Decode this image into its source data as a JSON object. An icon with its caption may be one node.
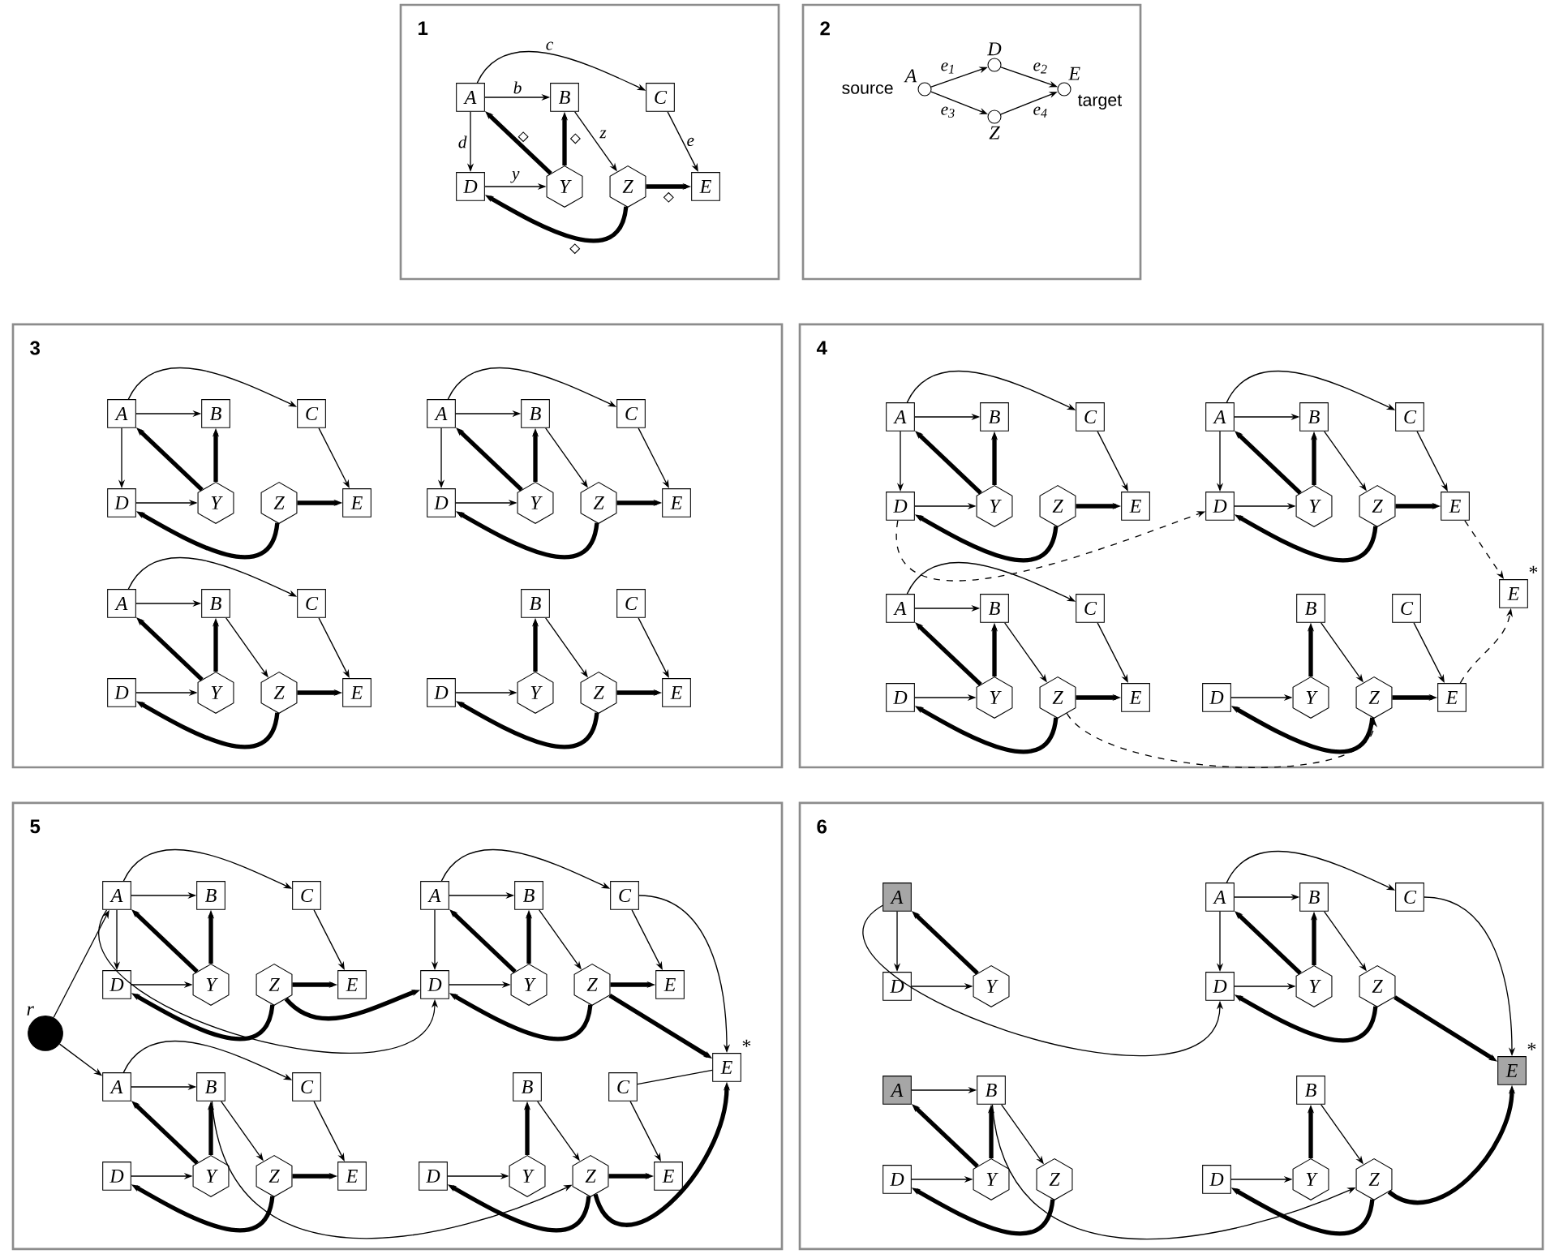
{
  "diagram": {
    "nodes": [
      {
        "text": [
          "1"
        ]
      },
      {
        "text": [
          "A"
        ],
        "in": 0
      },
      {
        "text": [
          "B"
        ],
        "in": 0
      },
      {
        "text": [
          "C"
        ],
        "in": 0
      },
      {
        "text": [
          "D"
        ],
        "in": 0
      },
      {
        "text": [
          "Y"
        ],
        "in": 0
      },
      {
        "text": [
          "Z"
        ],
        "in": 0
      },
      {
        "text": [
          "E"
        ],
        "in": 0
      },
      {
        "text": [
          "2"
        ]
      },
      {
        "text": [
          "A"
        ],
        "beside": [
          "source"
        ],
        "in": 8
      },
      {
        "text": [
          "D"
        ],
        "in": 8
      },
      {
        "text": [
          "Z"
        ],
        "in": 8
      },
      {
        "text": [
          "E"
        ],
        "beside": [
          "target"
        ],
        "in": 8
      },
      {
        "text": [
          "3"
        ]
      },
      {
        "text": [
          "A"
        ],
        "in": 13
      },
      {
        "text": [
          "B"
        ],
        "in": 13
      },
      {
        "text": [
          "C"
        ],
        "in": 13
      },
      {
        "text": [
          "D"
        ],
        "in": 13
      },
      {
        "text": [
          "Y"
        ],
        "in": 13
      },
      {
        "text": [
          "Z"
        ],
        "in": 13
      },
      {
        "text": [
          "E"
        ],
        "in": 13
      },
      {
        "text": [
          "A"
        ],
        "in": 13
      },
      {
        "text": [
          "B"
        ],
        "in": 13
      },
      {
        "text": [
          "C"
        ],
        "in": 13
      },
      {
        "text": [
          "D"
        ],
        "in": 13
      },
      {
        "text": [
          "Y"
        ],
        "in": 13
      },
      {
        "text": [
          "Z"
        ],
        "in": 13
      },
      {
        "text": [
          "E"
        ],
        "in": 13
      },
      {
        "text": [
          "A"
        ],
        "in": 13
      },
      {
        "text": [
          "B"
        ],
        "in": 13
      },
      {
        "text": [
          "C"
        ],
        "in": 13
      },
      {
        "text": [
          "D"
        ],
        "in": 13
      },
      {
        "text": [
          "Y"
        ],
        "in": 13
      },
      {
        "text": [
          "Z"
        ],
        "in": 13
      },
      {
        "text": [
          "E"
        ],
        "in": 13
      },
      {
        "text": [
          "B"
        ],
        "in": 13
      },
      {
        "text": [
          "C"
        ],
        "in": 13
      },
      {
        "text": [
          "D"
        ],
        "in": 13
      },
      {
        "text": [
          "Y"
        ],
        "in": 13
      },
      {
        "text": [
          "Z"
        ],
        "in": 13
      },
      {
        "text": [
          "E"
        ],
        "in": 13
      },
      {
        "text": [
          "4"
        ]
      },
      {
        "text": [
          "A"
        ],
        "in": 41
      },
      {
        "text": [
          "B"
        ],
        "in": 41
      },
      {
        "text": [
          "C"
        ],
        "in": 41
      },
      {
        "text": [
          "D"
        ],
        "in": 41
      },
      {
        "text": [
          "Y"
        ],
        "in": 41
      },
      {
        "text": [
          "Z"
        ],
        "in": 41
      },
      {
        "text": [
          "E"
        ],
        "in": 41
      },
      {
        "text": [
          "A"
        ],
        "in": 41
      },
      {
        "text": [
          "B"
        ],
        "in": 41
      },
      {
        "text": [
          "C"
        ],
        "in": 41
      },
      {
        "text": [
          "D"
        ],
        "in": 41
      },
      {
        "text": [
          "Y"
        ],
        "in": 41
      },
      {
        "text": [
          "Z"
        ],
        "in": 41
      },
      {
        "text": [
          "E"
        ],
        "in": 41
      },
      {
        "text": [
          "A"
        ],
        "in": 41
      },
      {
        "text": [
          "B"
        ],
        "in": 41
      },
      {
        "text": [
          "C"
        ],
        "in": 41
      },
      {
        "text": [
          "D"
        ],
        "in": 41
      },
      {
        "text": [
          "Y"
        ],
        "in": 41
      },
      {
        "text": [
          "Z"
        ],
        "in": 41
      },
      {
        "text": [
          "E"
        ],
        "in": 41
      },
      {
        "text": [
          "B"
        ],
        "in": 41
      },
      {
        "text": [
          "C"
        ],
        "in": 41
      },
      {
        "text": [
          "D"
        ],
        "in": 41
      },
      {
        "text": [
          "Y"
        ],
        "in": 41
      },
      {
        "text": [
          "Z"
        ],
        "in": 41
      },
      {
        "text": [
          "E"
        ],
        "in": 41
      },
      {
        "text": [
          "E"
        ],
        "beside": [
          "*"
        ],
        "in": 41
      },
      {
        "text": [
          "5"
        ]
      },
      {
        "text": [],
        "shape": "circle",
        "beside": [
          "r"
        ],
        "in": 70
      },
      {
        "text": [
          "A"
        ],
        "in": 70
      },
      {
        "text": [
          "B"
        ],
        "in": 70
      },
      {
        "text": [
          "C"
        ],
        "in": 70
      },
      {
        "text": [
          "D"
        ],
        "in": 70
      },
      {
        "text": [
          "Y"
        ],
        "in": 70
      },
      {
        "text": [
          "Z"
        ],
        "in": 70
      },
      {
        "text": [
          "E"
        ],
        "in": 70
      },
      {
        "text": [
          "A"
        ],
        "in": 70
      },
      {
        "text": [
          "B"
        ],
        "in": 70
      },
      {
        "text": [
          "C"
        ],
        "in": 70
      },
      {
        "text": [
          "D"
        ],
        "in": 70
      },
      {
        "text": [
          "Y"
        ],
        "in": 70
      },
      {
        "text": [
          "Z"
        ],
        "in": 70
      },
      {
        "text": [
          "E"
        ],
        "in": 70
      },
      {
        "text": [
          "A"
        ],
        "in": 70
      },
      {
        "text": [
          "B"
        ],
        "in": 70
      },
      {
        "text": [
          "C"
        ],
        "in": 70
      },
      {
        "text": [
          "D"
        ],
        "in": 70
      },
      {
        "text": [
          "Y"
        ],
        "in": 70
      },
      {
        "text": [
          "Z"
        ],
        "in": 70
      },
      {
        "text": [
          "E"
        ],
        "in": 70
      },
      {
        "text": [
          "B"
        ],
        "in": 70
      },
      {
        "text": [
          "C"
        ],
        "in": 70
      },
      {
        "text": [
          "D"
        ],
        "in": 70
      },
      {
        "text": [
          "Y"
        ],
        "in": 70
      },
      {
        "text": [
          "Z"
        ],
        "in": 70
      },
      {
        "text": [
          "E"
        ],
        "in": 70
      },
      {
        "text": [
          "E"
        ],
        "beside": [
          "*"
        ],
        "in": 70
      },
      {
        "text": [
          "6"
        ]
      },
      {
        "text": [
          "A"
        ],
        "in": 100
      },
      {
        "text": [
          "D"
        ],
        "in": 100
      },
      {
        "text": [
          "Y"
        ],
        "in": 100
      },
      {
        "text": [
          "A"
        ],
        "in": 100
      },
      {
        "text": [
          "B"
        ],
        "in": 100
      },
      {
        "text": [
          "C"
        ],
        "in": 100
      },
      {
        "text": [
          "D"
        ],
        "in": 100
      },
      {
        "text": [
          "Y"
        ],
        "in": 100
      },
      {
        "text": [
          "Z"
        ],
        "in": 100
      },
      {
        "text": [
          "A"
        ],
        "in": 100
      },
      {
        "text": [
          "B"
        ],
        "in": 100
      },
      {
        "text": [
          "D"
        ],
        "in": 100
      },
      {
        "text": [
          "Y"
        ],
        "in": 100
      },
      {
        "text": [
          "Z"
        ],
        "in": 100
      },
      {
        "text": [
          "B"
        ],
        "in": 100
      },
      {
        "text": [
          "D"
        ],
        "in": 100
      },
      {
        "text": [
          "Y"
        ],
        "in": 100
      },
      {
        "text": [
          "Z"
        ],
        "in": 100
      },
      {
        "text": [
          "E"
        ],
        "beside": [
          "*"
        ],
        "in": 100
      }
    ],
    "edges": [
      {
        "from": 1,
        "to": 2,
        "arrow": "to",
        "label": "b"
      },
      {
        "from": 1,
        "to": 3,
        "arrow": "to",
        "label": "c"
      },
      {
        "from": 1,
        "to": 4,
        "arrow": "to",
        "label": "d"
      },
      {
        "from": 5,
        "to": 1,
        "arrow": "to",
        "style": "thick"
      },
      {
        "from": 5,
        "to": 2,
        "arrow": "to",
        "style": "thick"
      },
      {
        "from": 4,
        "to": 5,
        "arrow": "to",
        "label": "y"
      },
      {
        "from": 2,
        "to": 6,
        "arrow": "to",
        "label": "z"
      },
      {
        "from": 3,
        "to": 7,
        "arrow": "to",
        "label": "e"
      },
      {
        "from": 6,
        "to": 7,
        "arrow": "to",
        "style": "thick"
      },
      {
        "from": 6,
        "to": 4,
        "arrow": "to",
        "style": "thick"
      },
      {
        "from": 9,
        "to": 10,
        "arrow": "to",
        "label": "e$_{1}$"
      },
      {
        "from": 10,
        "to": 12,
        "arrow": "to",
        "label": "e$_{2}$"
      },
      {
        "from": 9,
        "to": 11,
        "arrow": "to",
        "label": "e$_{3}$"
      },
      {
        "from": 11,
        "to": 12,
        "arrow": "to",
        "label": "e$_{4}$"
      },
      {
        "from": 14,
        "to": 15,
        "arrow": "to"
      },
      {
        "from": 14,
        "to": 16,
        "arrow": "to"
      },
      {
        "from": 14,
        "to": 17,
        "arrow": "to"
      },
      {
        "from": 18,
        "to": 14,
        "arrow": "to",
        "style": "thick"
      },
      {
        "from": 18,
        "to": 15,
        "arrow": "to",
        "style": "thick"
      },
      {
        "from": 17,
        "to": 18,
        "arrow": "to"
      },
      {
        "from": 16,
        "to": 20,
        "arrow": "to"
      },
      {
        "from": 19,
        "to": 20,
        "arrow": "to",
        "style": "thick"
      },
      {
        "from": 19,
        "to": 17,
        "arrow": "to",
        "style": "thick"
      },
      {
        "from": 21,
        "to": 22,
        "arrow": "to"
      },
      {
        "from": 21,
        "to": 23,
        "arrow": "to"
      },
      {
        "from": 21,
        "to": 24,
        "arrow": "to"
      },
      {
        "from": 25,
        "to": 21,
        "arrow": "to",
        "style": "thick"
      },
      {
        "from": 25,
        "to": 22,
        "arrow": "to",
        "style": "thick"
      },
      {
        "from": 24,
        "to": 25,
        "arrow": "to"
      },
      {
        "from": 22,
        "to": 26,
        "arrow": "to"
      },
      {
        "from": 23,
        "to": 27,
        "arrow": "to"
      },
      {
        "from": 26,
        "to": 27,
        "arrow": "to",
        "style": "thick"
      },
      {
        "from": 26,
        "to": 24,
        "arrow": "to",
        "style": "thick"
      },
      {
        "from": 28,
        "to": 29,
        "arrow": "to"
      },
      {
        "from": 28,
        "to": 30,
        "arrow": "to"
      },
      {
        "from": 32,
        "to": 28,
        "arrow": "to",
        "style": "thick"
      },
      {
        "from": 32,
        "to": 29,
        "arrow": "to",
        "style": "thick"
      },
      {
        "from": 31,
        "to": 32,
        "arrow": "to"
      },
      {
        "from": 29,
        "to": 33,
        "arrow": "to"
      },
      {
        "from": 30,
        "to": 34,
        "arrow": "to"
      },
      {
        "from": 33,
        "to": 34,
        "arrow": "to",
        "style": "thick"
      },
      {
        "from": 33,
        "to": 31,
        "arrow": "to",
        "style": "thick"
      },
      {
        "from": 38,
        "to": 35,
        "arrow": "to",
        "style": "thick"
      },
      {
        "from": 37,
        "to": 38,
        "arrow": "to"
      },
      {
        "from": 35,
        "to": 39,
        "arrow": "to"
      },
      {
        "from": 36,
        "to": 40,
        "arrow": "to"
      },
      {
        "from": 39,
        "to": 40,
        "arrow": "to",
        "style": "thick"
      },
      {
        "from": 39,
        "to": 37,
        "arrow": "to",
        "style": "thick"
      },
      {
        "from": 42,
        "to": 43,
        "arrow": "to"
      },
      {
        "from": 42,
        "to": 44,
        "arrow": "to"
      },
      {
        "from": 42,
        "to": 45,
        "arrow": "to"
      },
      {
        "from": 46,
        "to": 42,
        "arrow": "to",
        "style": "thick"
      },
      {
        "from": 46,
        "to": 43,
        "arrow": "to",
        "style": "thick"
      },
      {
        "from": 45,
        "to": 46,
        "arrow": "to"
      },
      {
        "from": 44,
        "to": 48,
        "arrow": "to"
      },
      {
        "from": 47,
        "to": 48,
        "arrow": "to",
        "style": "thick"
      },
      {
        "from": 47,
        "to": 45,
        "arrow": "to",
        "style": "thick"
      },
      {
        "from": 49,
        "to": 50,
        "arrow": "to"
      },
      {
        "from": 49,
        "to": 51,
        "arrow": "to"
      },
      {
        "from": 49,
        "to": 52,
        "arrow": "to"
      },
      {
        "from": 53,
        "to": 49,
        "arrow": "to",
        "style": "thick"
      },
      {
        "from": 53,
        "to": 50,
        "arrow": "to",
        "style": "thick"
      },
      {
        "from": 52,
        "to": 53,
        "arrow": "to"
      },
      {
        "from": 50,
        "to": 54,
        "arrow": "to"
      },
      {
        "from": 51,
        "to": 55,
        "arrow": "to"
      },
      {
        "from": 54,
        "to": 55,
        "arrow": "to",
        "style": "thick"
      },
      {
        "from": 54,
        "to": 52,
        "arrow": "to",
        "style": "thick"
      },
      {
        "from": 56,
        "to": 57,
        "arrow": "to"
      },
      {
        "from": 56,
        "to": 58,
        "arrow": "to"
      },
      {
        "from": 60,
        "to": 56,
        "arrow": "to",
        "style": "thick"
      },
      {
        "from": 60,
        "to": 57,
        "arrow": "to",
        "style": "thick"
      },
      {
        "from": 59,
        "to": 60,
        "arrow": "to"
      },
      {
        "from": 57,
        "to": 61,
        "arrow": "to"
      },
      {
        "from": 58,
        "to": 62,
        "arrow": "to"
      },
      {
        "from": 61,
        "to": 62,
        "arrow": "to",
        "style": "thick"
      },
      {
        "from": 61,
        "to": 59,
        "arrow": "to",
        "style": "thick"
      },
      {
        "from": 66,
        "to": 63,
        "arrow": "to",
        "style": "thick"
      },
      {
        "from": 65,
        "to": 66,
        "arrow": "to"
      },
      {
        "from": 63,
        "to": 67,
        "arrow": "to"
      },
      {
        "from": 64,
        "to": 68,
        "arrow": "to"
      },
      {
        "from": 67,
        "to": 68,
        "arrow": "to",
        "style": "thick"
      },
      {
        "from": 67,
        "to": 65,
        "arrow": "to",
        "style": "thick"
      },
      {
        "from": 45,
        "to": 52,
        "arrow": "to",
        "style": "dashed"
      },
      {
        "from": 61,
        "to": 67,
        "arrow": "to",
        "style": "dashed"
      },
      {
        "from": 55,
        "to": 69,
        "arrow": "to",
        "style": "dashed"
      },
      {
        "from": 68,
        "to": 69,
        "arrow": "to",
        "style": "dashed"
      },
      {
        "from": 72,
        "to": 73,
        "arrow": "to"
      },
      {
        "from": 72,
        "to": 74,
        "arrow": "to"
      },
      {
        "from": 72,
        "to": 75,
        "arrow": "to"
      },
      {
        "from": 76,
        "to": 72,
        "arrow": "to",
        "style": "thick"
      },
      {
        "from": 76,
        "to": 73,
        "arrow": "to",
        "style": "thick"
      },
      {
        "from": 75,
        "to": 76,
        "arrow": "to"
      },
      {
        "from": 74,
        "to": 78,
        "arrow": "to"
      },
      {
        "from": 77,
        "to": 78,
        "arrow": "to",
        "style": "thick"
      },
      {
        "from": 77,
        "to": 75,
        "arrow": "to",
        "style": "thick"
      },
      {
        "from": 79,
        "to": 80,
        "arrow": "to"
      },
      {
        "from": 79,
        "to": 81,
        "arrow": "to"
      },
      {
        "from": 79,
        "to": 82,
        "arrow": "to"
      },
      {
        "from": 83,
        "to": 79,
        "arrow": "to",
        "style": "thick"
      },
      {
        "from": 83,
        "to": 80,
        "arrow": "to",
        "style": "thick"
      },
      {
        "from": 82,
        "to": 83,
        "arrow": "to"
      },
      {
        "from": 80,
        "to": 84,
        "arrow": "to"
      },
      {
        "from": 81,
        "to": 85,
        "arrow": "to"
      },
      {
        "from": 84,
        "to": 85,
        "arrow": "to",
        "style": "thick"
      },
      {
        "from": 84,
        "to": 82,
        "arrow": "to",
        "style": "thick"
      },
      {
        "from": 86,
        "to": 87,
        "arrow": "to"
      },
      {
        "from": 86,
        "to": 88,
        "arrow": "to"
      },
      {
        "from": 90,
        "to": 86,
        "arrow": "to",
        "style": "thick"
      },
      {
        "from": 90,
        "to": 87,
        "arrow": "to",
        "style": "thick"
      },
      {
        "from": 89,
        "to": 90,
        "arrow": "to"
      },
      {
        "from": 87,
        "to": 91,
        "arrow": "to"
      },
      {
        "from": 88,
        "to": 92,
        "arrow": "to"
      },
      {
        "from": 91,
        "to": 92,
        "arrow": "to",
        "style": "thick"
      },
      {
        "from": 91,
        "to": 89,
        "arrow": "to",
        "style": "thick"
      },
      {
        "from": 96,
        "to": 93,
        "arrow": "to",
        "style": "thick"
      },
      {
        "from": 95,
        "to": 96,
        "arrow": "to"
      },
      {
        "from": 93,
        "to": 97,
        "arrow": "to"
      },
      {
        "from": 94,
        "to": 98,
        "arrow": "to"
      },
      {
        "from": 97,
        "to": 98,
        "arrow": "to",
        "style": "thick"
      },
      {
        "from": 97,
        "to": 95,
        "arrow": "to",
        "style": "thick"
      },
      {
        "from": 71,
        "to": 72,
        "arrow": "to"
      },
      {
        "from": 71,
        "to": 86,
        "arrow": "to"
      },
      {
        "from": 72,
        "to": 82,
        "arrow": "to"
      },
      {
        "from": 77,
        "to": 82,
        "arrow": "to",
        "style": "thick"
      },
      {
        "from": 84,
        "to": 99,
        "arrow": "to",
        "style": "thick"
      },
      {
        "from": 81,
        "to": 99,
        "arrow": "to"
      },
      {
        "from": 94,
        "to": 99,
        "arrow": "none"
      },
      {
        "from": 97,
        "to": 99,
        "arrow": "to",
        "style": "thick"
      },
      {
        "from": 87,
        "to": 97,
        "arrow": "to"
      },
      {
        "from": 101,
        "to": 102,
        "arrow": "to"
      },
      {
        "from": 102,
        "to": 103,
        "arrow": "to"
      },
      {
        "from": 103,
        "to": 101,
        "arrow": "to",
        "style": "thick"
      },
      {
        "from": 104,
        "to": 105,
        "arrow": "to"
      },
      {
        "from": 104,
        "to": 106,
        "arrow": "to"
      },
      {
        "from": 104,
        "to": 107,
        "arrow": "to"
      },
      {
        "from": 108,
        "to": 104,
        "arrow": "to",
        "style": "thick"
      },
      {
        "from": 108,
        "to": 105,
        "arrow": "to",
        "style": "thick"
      },
      {
        "from": 107,
        "to": 108,
        "arrow": "to"
      },
      {
        "from": 105,
        "to": 109,
        "arrow": "to"
      },
      {
        "from": 109,
        "to": 107,
        "arrow": "to",
        "style": "thick"
      },
      {
        "from": 110,
        "to": 111,
        "arrow": "to"
      },
      {
        "from": 113,
        "to": 110,
        "arrow": "to",
        "style": "thick"
      },
      {
        "from": 113,
        "to": 111,
        "arrow": "to",
        "style": "thick"
      },
      {
        "from": 112,
        "to": 113,
        "arrow": "to"
      },
      {
        "from": 111,
        "to": 114,
        "arrow": "to"
      },
      {
        "from": 114,
        "to": 112,
        "arrow": "to",
        "style": "thick"
      },
      {
        "from": 117,
        "to": 115,
        "arrow": "to",
        "style": "thick"
      },
      {
        "from": 116,
        "to": 117,
        "arrow": "to"
      },
      {
        "from": 115,
        "to": 118,
        "arrow": "to"
      },
      {
        "from": 118,
        "to": 116,
        "arrow": "to",
        "style": "thick"
      },
      {
        "from": 101,
        "to": 107,
        "arrow": "to"
      },
      {
        "from": 106,
        "to": 119,
        "arrow": "to"
      },
      {
        "from": 109,
        "to": 119,
        "arrow": "to",
        "style": "thick"
      },
      {
        "from": 111,
        "to": 118,
        "arrow": "to"
      },
      {
        "from": 118,
        "to": 119,
        "arrow": "to",
        "style": "thick"
      }
    ]
  }
}
